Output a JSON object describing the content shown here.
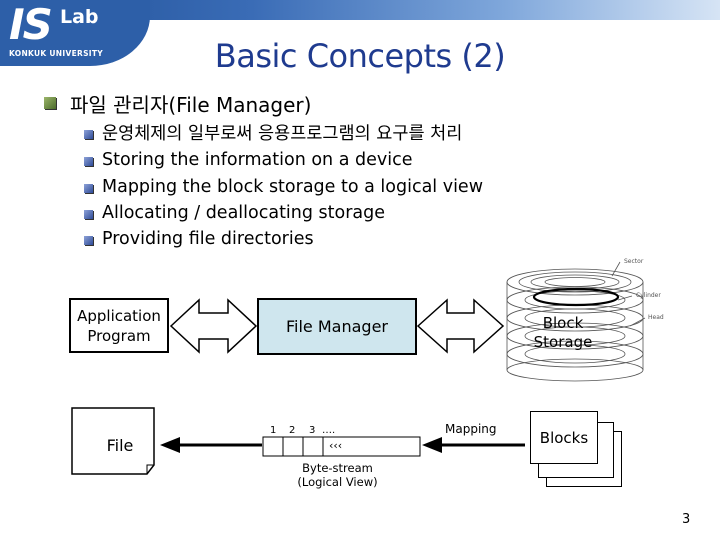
{
  "header": {
    "logo_is": "IS",
    "logo_lab": "Lab",
    "logo_university": "KONKUK UNIVERSITY",
    "title": "Basic Concepts (2)"
  },
  "bullets": {
    "main": "파일 관리자(File Manager)",
    "sub": [
      "운영체제의 일부로써 응용프로그램의 요구를 처리",
      "Storing the information on a device",
      "Mapping the block storage to a logical view",
      "Allocating / deallocating storage",
      "Providing file directories"
    ]
  },
  "diagram": {
    "application_program": "Application Program",
    "file_manager": "File Manager",
    "block_storage": "Block Storage",
    "file": "File",
    "blocks": "Blocks",
    "mapping": "Mapping",
    "stream_numbers": [
      "1",
      "2",
      "3",
      "…."
    ],
    "stream_ellipsis": "‹‹‹",
    "byte_stream": "Byte-stream",
    "logical_view": "(Logical View)",
    "disk_labels": [
      "Sector",
      "Cylinder",
      "Head"
    ]
  },
  "footer": {
    "page_number": "3"
  }
}
